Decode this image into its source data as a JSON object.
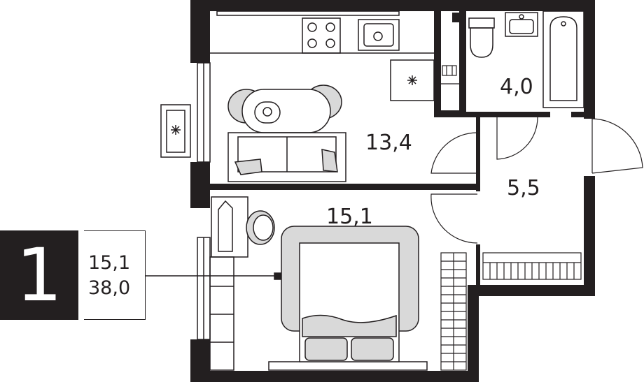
{
  "plan": {
    "room_count": "1",
    "living_area": "15,1",
    "total_area": "38,0",
    "rooms": [
      {
        "name": "kitchen-living",
        "area": "13,4"
      },
      {
        "name": "bathroom",
        "area": "4,0"
      },
      {
        "name": "hallway",
        "area": "5,5"
      },
      {
        "name": "bedroom",
        "area": "15,1"
      }
    ]
  },
  "colors": {
    "wall": "#231f20",
    "furniture_fill": "#d9d9d9",
    "line": "#231f20"
  }
}
